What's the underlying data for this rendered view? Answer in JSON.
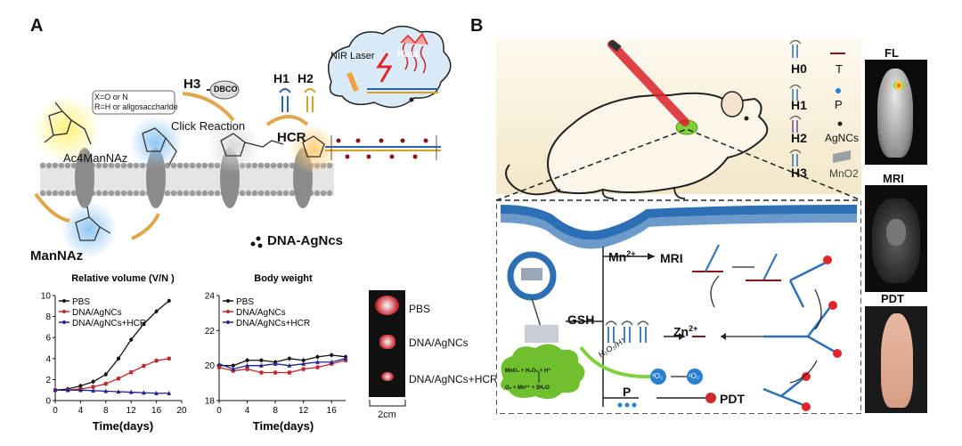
{
  "panel_a": {
    "letter": "A",
    "box_note": [
      "X=O or N",
      "R=H or allgosaccharlde"
    ],
    "h3": "H3",
    "dbco": "DBCO",
    "click_reaction": "Click Reaction",
    "h1": "H1",
    "h2": "H2",
    "hcr": "HCR",
    "nir_laser": "NIR Laser",
    "heat": "Heat",
    "ac4mannaz": "Ac4ManNAz",
    "mannaz": "ManNAz",
    "dna_agncs": "DNA-AgNcs"
  },
  "panel_b": {
    "letter": "B",
    "legend": [
      {
        "label": "H0"
      },
      {
        "label": "T"
      },
      {
        "label": "H1"
      },
      {
        "label": "P"
      },
      {
        "label": "H2"
      },
      {
        "label": "AgNCs"
      },
      {
        "label": "H3"
      },
      {
        "label": "MnO2"
      }
    ],
    "imaging": [
      "FL",
      "MRI",
      "PDT"
    ],
    "mn": "Mn",
    "mn_sup": "2+",
    "mri_arrow": "MRI",
    "gsh": "GSH",
    "zn": "Zn",
    "zn_sup": "2+",
    "h2o2": "H₂O₂/H⁺",
    "p_label": "P",
    "pdt_label": "PDT",
    "o2_a": "³O₂",
    "o2_b": "¹O₂",
    "reaction1": "MnO₂ + H₂O₂ + H⁺",
    "reaction2": "O₂ + Mn²⁺ + 2H₂O"
  },
  "tumor_photo": {
    "labels": [
      "PBS",
      "DNA/AgNCs",
      "DNA/AgNCs+HCR"
    ],
    "scale": "2cm"
  },
  "colors": {
    "pbs": "#111111",
    "dna": "#c0262d",
    "hcr": "#23238f",
    "cloud": "#dbeaf7",
    "tumor": "#7fd13b"
  },
  "chart_data": [
    {
      "type": "line",
      "title": "Relative volume (V/N )",
      "xlabel": "Time(days)",
      "ylabel": "",
      "xlim": [
        0,
        20
      ],
      "ylim": [
        0,
        10
      ],
      "xticks": [
        "0",
        "4",
        "8",
        "12",
        "16",
        "20"
      ],
      "yticks": [
        "0",
        "2",
        "4",
        "6",
        "8",
        "10"
      ],
      "legend": "top-left",
      "x": [
        0,
        2,
        4,
        6,
        8,
        10,
        12,
        14,
        16,
        18
      ],
      "series": [
        {
          "name": "PBS",
          "values": [
            1.0,
            1.1,
            1.4,
            1.8,
            2.5,
            4.0,
            5.8,
            7.3,
            8.5,
            9.5
          ]
        },
        {
          "name": "DNA/AgNCs",
          "values": [
            1.0,
            1.0,
            1.1,
            1.3,
            1.6,
            2.1,
            2.7,
            3.3,
            3.8,
            4.0
          ]
        },
        {
          "name": "DNA/AgNCs+HCR",
          "values": [
            1.0,
            1.0,
            1.0,
            0.95,
            0.9,
            0.85,
            0.8,
            0.75,
            0.7,
            0.7
          ]
        }
      ]
    },
    {
      "type": "line",
      "title": "Body weight",
      "xlabel": "Time(days)",
      "ylabel": "",
      "xlim": [
        0,
        18
      ],
      "ylim": [
        18,
        24
      ],
      "xticks": [
        "0",
        "4",
        "8",
        "12",
        "16"
      ],
      "yticks": [
        "18",
        "20",
        "22",
        "24"
      ],
      "legend": "top-left",
      "x": [
        0,
        2,
        4,
        6,
        8,
        10,
        12,
        14,
        16,
        18
      ],
      "series": [
        {
          "name": "PBS",
          "values": [
            20.0,
            20.0,
            20.3,
            20.3,
            20.2,
            20.4,
            20.3,
            20.5,
            20.6,
            20.5
          ]
        },
        {
          "name": "DNA/AgNCs",
          "values": [
            19.9,
            19.7,
            19.8,
            19.6,
            19.6,
            19.6,
            19.8,
            19.9,
            20.1,
            20.3
          ]
        },
        {
          "name": "DNA/AgNCs+HCR",
          "values": [
            20.1,
            19.8,
            20.0,
            20.0,
            20.1,
            20.0,
            20.1,
            20.2,
            20.2,
            20.4
          ]
        }
      ]
    }
  ]
}
